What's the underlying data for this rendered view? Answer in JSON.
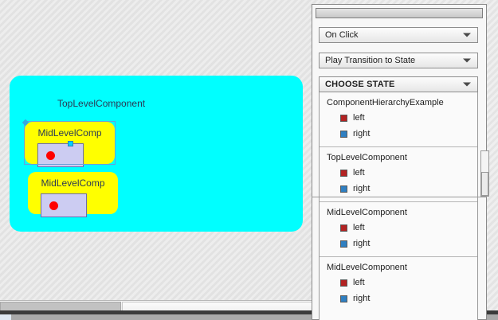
{
  "canvas": {
    "top_level": {
      "label": "TopLevelComponent"
    },
    "mid_components": [
      {
        "label": "MidLevelComp",
        "selected": true
      },
      {
        "label": "MidLevelComp",
        "selected": false
      }
    ]
  },
  "inspector": {
    "trigger_dropdown": {
      "value": "On Click"
    },
    "action_dropdown": {
      "value": "Play Transition to State"
    },
    "state_dropdown": {
      "value": "CHOOSE STATE"
    },
    "state_groups": [
      {
        "title": "ComponentHierarchyExample",
        "states": [
          {
            "name": "left",
            "color": "#b32222"
          },
          {
            "name": "right",
            "color": "#2f7fc1"
          }
        ]
      },
      {
        "title": "TopLevelComponent",
        "states": [
          {
            "name": "left",
            "color": "#b32222"
          },
          {
            "name": "right",
            "color": "#2f7fc1"
          }
        ]
      },
      {
        "title": "MidLevelComponent",
        "states": [
          {
            "name": "left",
            "color": "#b32222"
          },
          {
            "name": "right",
            "color": "#2f7fc1"
          }
        ]
      },
      {
        "title": "MidLevelComponent",
        "states": [
          {
            "name": "left",
            "color": "#b32222"
          },
          {
            "name": "right",
            "color": "#2f7fc1"
          }
        ]
      }
    ]
  },
  "icons": {
    "chevron_down": "chevron-down-icon",
    "resize_grip": "resize-grip-icon"
  },
  "colors": {
    "top_level_fill": "#00ffff",
    "mid_level_fill": "#ffff00",
    "leaf_fill": "#ccccf2",
    "leaf_dot": "#ff0000",
    "selection": "#36a7e0"
  }
}
